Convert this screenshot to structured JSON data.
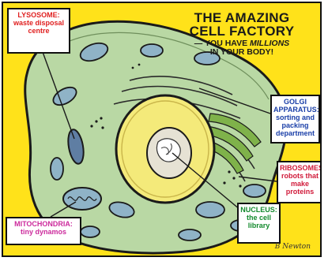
{
  "title": {
    "line1": "THE AMAZING",
    "line2": "CELL FACTORY",
    "line3_prefix": "— YOU HAVE ",
    "line3_emph": "MILLIONS",
    "line4": "IN YOUR BODY!"
  },
  "labels": {
    "lysosome": {
      "heading": "LYSOSOME:",
      "text": "waste disposal centre"
    },
    "golgi": {
      "heading": "GOLGI APPARATUS:",
      "text": "sorting and packing department"
    },
    "ribosomes": {
      "heading": "RIBOSOMES:",
      "text": "robots that make proteins"
    },
    "nucleus": {
      "heading": "NUCLEUS:",
      "text": "the cell library"
    },
    "mitochondria": {
      "heading": "MITOCHONDRIA:",
      "text": "tiny dynamos"
    }
  },
  "signature": "B Newton",
  "colors": {
    "background": "#ffe21a",
    "cytoplasm": "#b9d8a4",
    "nucleus": "#f4ea7a",
    "organelle": "#8fb3c7",
    "outline": "#1a1a1a"
  }
}
